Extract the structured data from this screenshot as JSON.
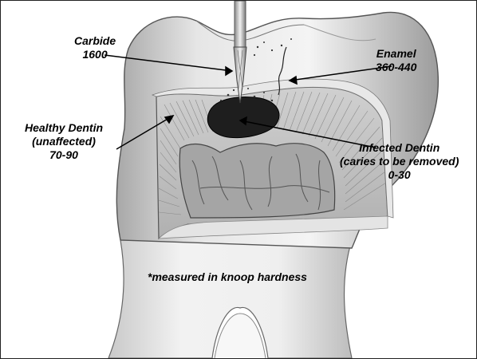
{
  "labels": {
    "carbide": {
      "name": "Carbide",
      "value": "1600"
    },
    "enamel": {
      "name": "Enamel",
      "value": "360-440"
    },
    "healthy_dentin": {
      "line1": "Healthy Dentin",
      "line2": "(unaffected)",
      "value": "70-90"
    },
    "infected_dentin": {
      "line1": "Infected Dentin",
      "line2": "(caries to be removed)",
      "value": "0-30"
    }
  },
  "footnote": "*measured in knoop hardness",
  "colors": {
    "background": "#ffffff",
    "enamel_shade": "#dcdcdc",
    "dentin_shade": "#b8b8b8",
    "pulp_shade": "#a5a5a5",
    "caries": "#1e1e1e"
  }
}
